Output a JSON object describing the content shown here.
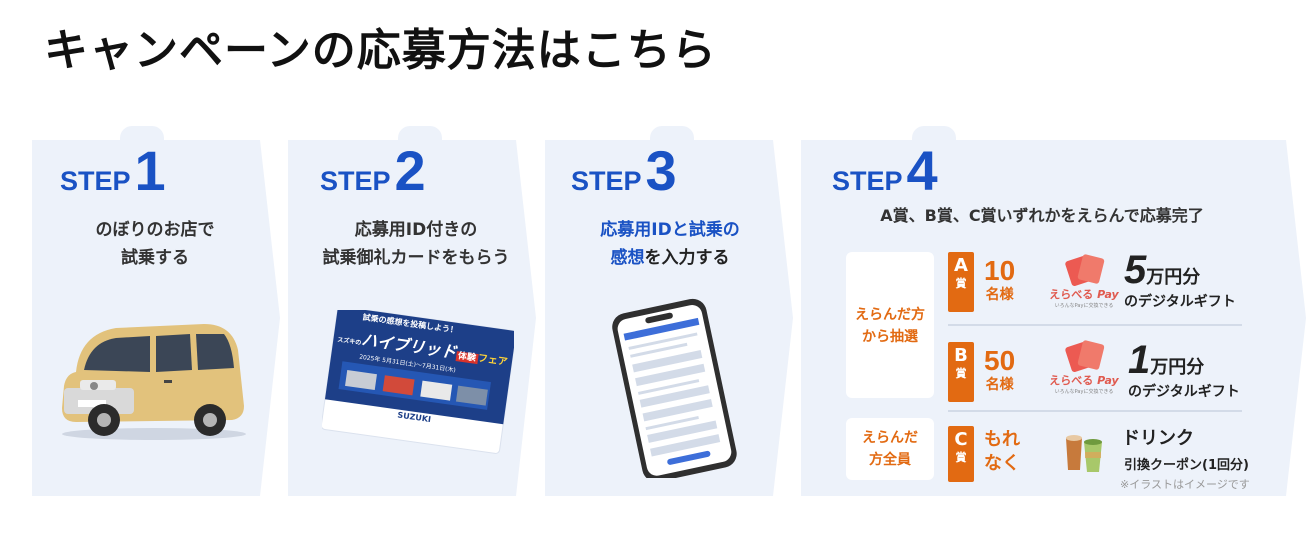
{
  "page_title": "キャンペーンの応募方法はこちら",
  "steps": [
    {
      "word": "STEP",
      "num": "1",
      "line1": "のぼりのお店で",
      "line2": "試乗する"
    },
    {
      "word": "STEP",
      "num": "2",
      "line1": "応募用ID付きの",
      "line2": "試乗御礼カードをもらう"
    },
    {
      "word": "STEP",
      "num": "3",
      "line1a": "応募用IDと試乗の",
      "line2a": "感想",
      "line2b": "を入力する"
    },
    {
      "word": "STEP",
      "num": "4",
      "head": "A賞、B賞、C賞いずれかをえらんで応募完了"
    }
  ],
  "card": {
    "banner": "試乗の感想を投稿しよう！",
    "tag": "スズキの",
    "title_a": "ハイブリッド",
    "title_b": "体験",
    "title_c": "フェア",
    "date": "2025年 5月31日(土)～7月31日(木)",
    "brand": "SUZUKI"
  },
  "lottery": {
    "line1": "えらんだ方",
    "line2": "から抽選"
  },
  "everyone": {
    "line1": "えらんだ",
    "line2": "方全員"
  },
  "prizes": [
    {
      "letter": "A",
      "sho": "賞",
      "count": "10",
      "unit": "名様",
      "amount": "5",
      "man": "万円分",
      "gift": "のデジタルギフト",
      "pay_a": "えらべる",
      "pay_b": "Pay",
      "pay_sub": "いろんなPayに交換できる"
    },
    {
      "letter": "B",
      "sho": "賞",
      "count": "50",
      "unit": "名様",
      "amount": "1",
      "man": "万円分",
      "gift": "のデジタルギフト",
      "pay_a": "えらべる",
      "pay_b": "Pay",
      "pay_sub": "いろんなPayに交換できる"
    },
    {
      "letter": "C",
      "sho": "賞",
      "count_a": "もれ",
      "count_b": "なく",
      "drink_title": "ドリンク",
      "drink_sub": "引換クーポン(1回分)"
    }
  ],
  "note": "※イラストはイメージです",
  "colors": {
    "step_blue": "#1a52c4",
    "panel_bg": "#edf2fa",
    "prize_orange": "#e26a12",
    "car_body": "#e2c27c"
  },
  "icons": [
    "car-illustration",
    "card-illustration",
    "smartphone-illustration",
    "pay-cards-icon",
    "drink-cup-icon"
  ]
}
